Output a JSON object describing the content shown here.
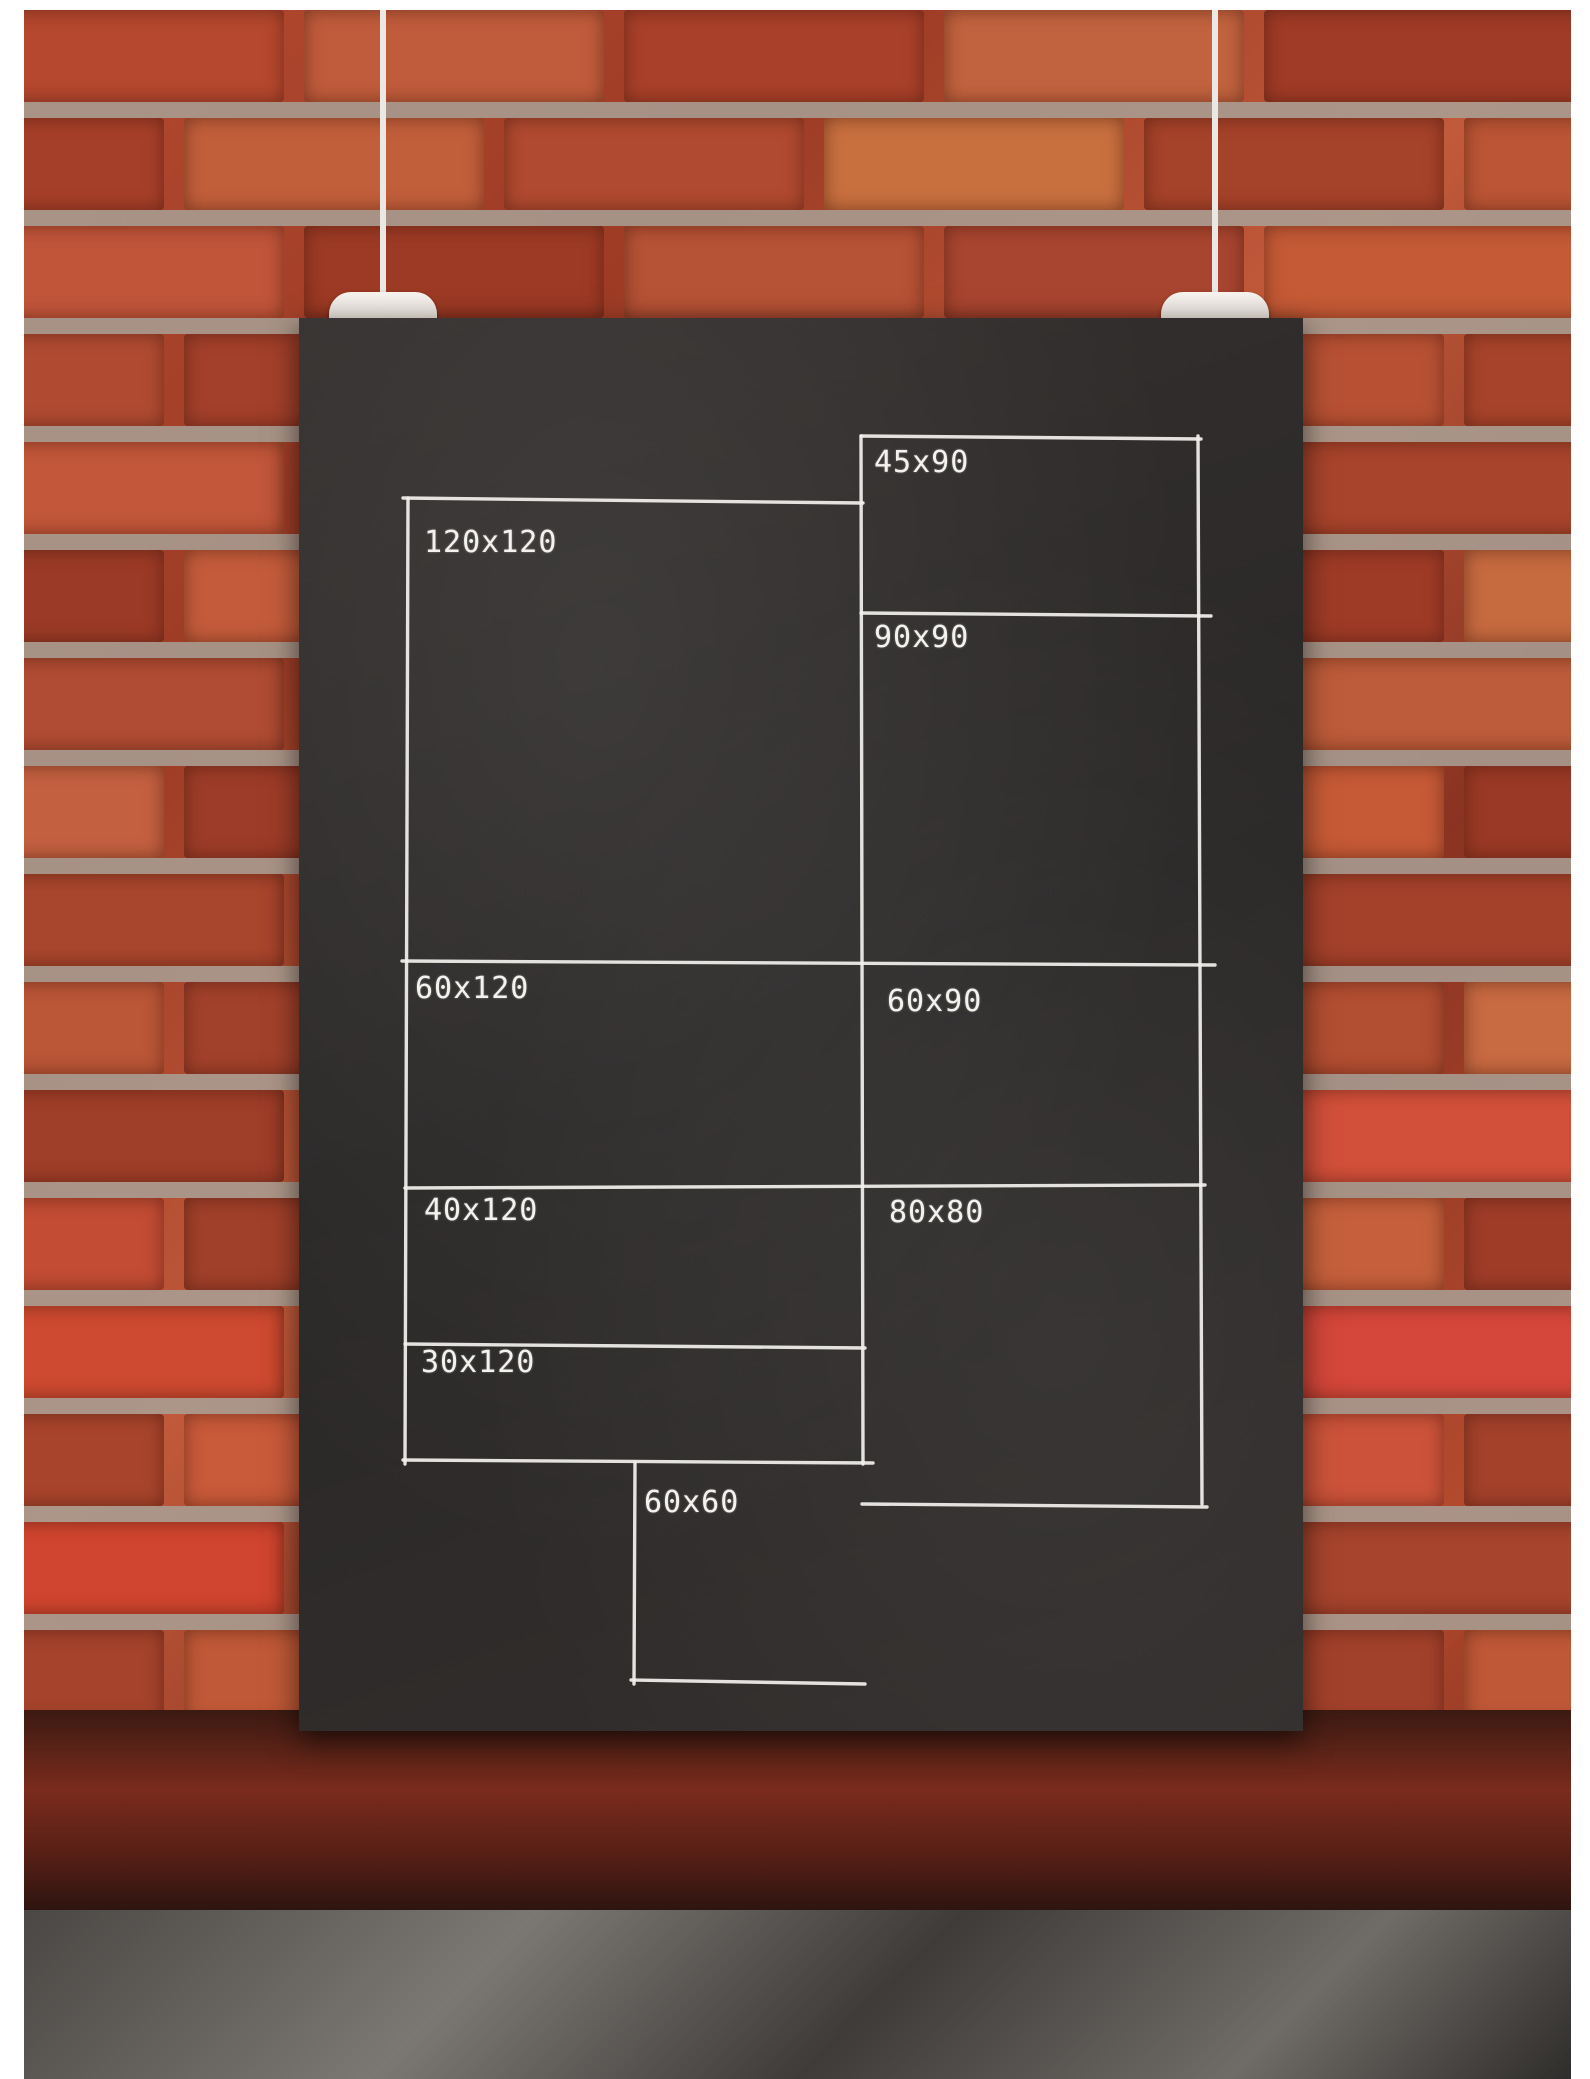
{
  "frames": [
    {
      "id": "f-45x90",
      "label": "45x90"
    },
    {
      "id": "f-90x90",
      "label": "90x90"
    },
    {
      "id": "f-120x120",
      "label": "120x120"
    },
    {
      "id": "f-60x120",
      "label": "60x120"
    },
    {
      "id": "f-60x90",
      "label": "60x90"
    },
    {
      "id": "f-40x120",
      "label": "40x120"
    },
    {
      "id": "f-80x80",
      "label": "80x80"
    },
    {
      "id": "f-30x120",
      "label": "30x120"
    },
    {
      "id": "f-60x60",
      "label": "60x60"
    }
  ],
  "colors": {
    "chalk": "#f2f0ec",
    "board": "#2d2a29",
    "brick": "#b44a30",
    "mortar": "#a8a096"
  }
}
